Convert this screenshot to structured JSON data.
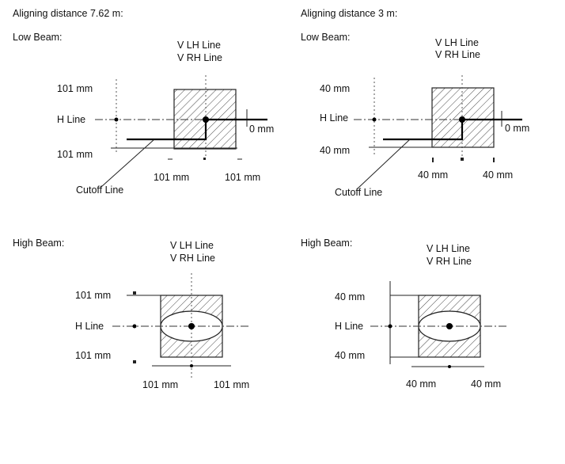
{
  "left": {
    "title": "Aligning distance 7.62 m:",
    "low_beam": {
      "heading": "Low Beam:",
      "v_lh": "V LH Line",
      "v_rh": "V RH Line",
      "top_dim": "101 mm",
      "h_line": "H Line",
      "bottom_dim": "101 mm",
      "offset": "0 mm",
      "left_dim": "101 mm",
      "right_dim": "101 mm",
      "cutoff": "Cutoff Line"
    },
    "high_beam": {
      "heading": "High Beam:",
      "v_lh": "V LH Line",
      "v_rh": "V RH Line",
      "top_dim": "101 mm",
      "h_line": "H Line",
      "bottom_dim": "101 mm",
      "left_dim": "101 mm",
      "right_dim": "101 mm"
    }
  },
  "right": {
    "title": "Aligning distance 3 m:",
    "low_beam": {
      "heading": "Low Beam:",
      "v_lh": "V LH Line",
      "v_rh": "V RH Line",
      "top_dim": "40 mm",
      "h_line": "H Line",
      "bottom_dim": "40 mm",
      "offset": "0 mm",
      "left_dim": "40 mm",
      "right_dim": "40 mm",
      "cutoff": "Cutoff Line"
    },
    "high_beam": {
      "heading": "High Beam:",
      "v_lh": "V LH Line",
      "v_rh": "V RH Line",
      "top_dim": "40 mm",
      "h_line": "H Line",
      "bottom_dim": "40 mm",
      "left_dim": "40 mm",
      "right_dim": "40 mm"
    }
  }
}
